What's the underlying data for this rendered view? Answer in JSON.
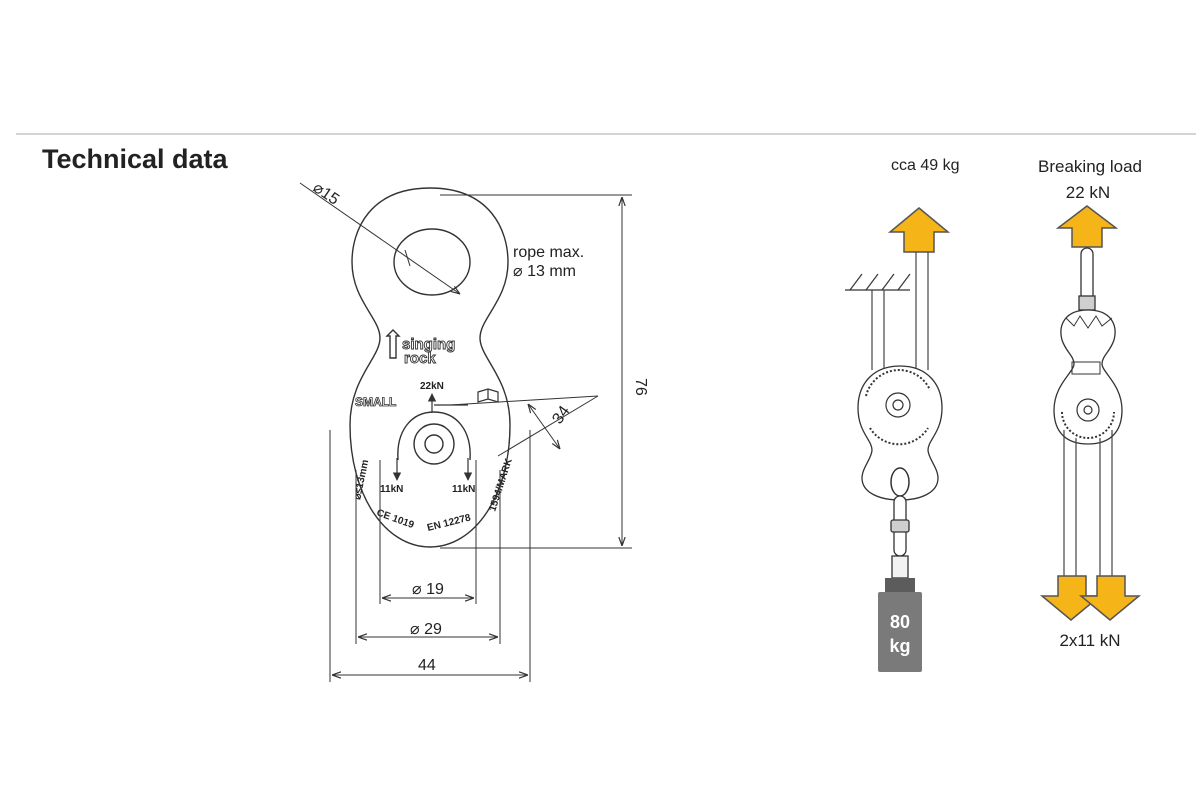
{
  "page": {
    "title": "Technical data"
  },
  "pulley": {
    "brand_line1": "singing",
    "brand_line2": "rock",
    "dimensions": {
      "hole_diameter": "⌀15",
      "rope_line1": "rope max.",
      "rope_line2": "⌀ 13 mm",
      "height": "76",
      "angle": "34",
      "sheave_inner": "⌀ 19",
      "sheave_outer": "⌀ 29",
      "width": "44"
    },
    "engraving": {
      "model": "SMALL",
      "top_load": "22kN",
      "left_load": "11kN",
      "right_load": "11kN",
      "left_text": "⌀≤13mm",
      "standard_ce": "CE 1019",
      "standard_en": "EN 12278",
      "right_text": "1594/MARK"
    }
  },
  "usage_diagram": {
    "lift_label": "cca 49 kg",
    "weight_line1": "80",
    "weight_line2": "kg"
  },
  "breaking_diagram": {
    "title": "Breaking load",
    "top_value": "22 kN",
    "bottom_value": "2x11 kN"
  },
  "colors": {
    "arrow_fill": "#f5b418",
    "arrow_stroke": "#555555",
    "weight_fill": "#7a7a7a",
    "line": "#333333"
  }
}
